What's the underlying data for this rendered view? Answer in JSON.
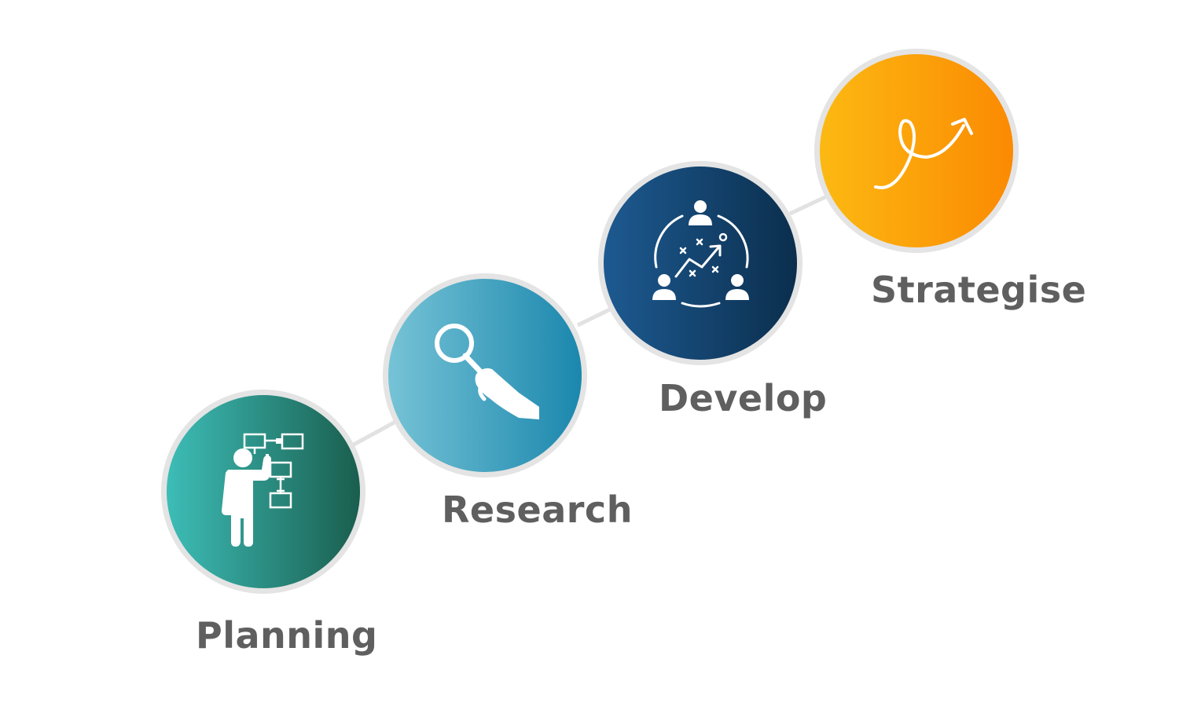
{
  "steps": [
    {
      "label": "Planning",
      "icon": "person-flowchart-icon",
      "gradient": [
        "#3dbdb7",
        "#1a5e4e"
      ]
    },
    {
      "label": "Research",
      "icon": "hand-magnifier-icon",
      "gradient": [
        "#76c3d6",
        "#1b87ad"
      ]
    },
    {
      "label": "Develop",
      "icon": "team-growth-icon",
      "gradient": [
        "#1d5a91",
        "#0b2e4d"
      ]
    },
    {
      "label": "Strategise",
      "icon": "loop-arrow-icon",
      "gradient": [
        "#fcb912",
        "#fb8a02"
      ]
    }
  ],
  "colors": {
    "ring": "#e4e4e4",
    "connector": "#e2e2e2",
    "label": "#5f5f5f",
    "icon": "#ffffff"
  }
}
